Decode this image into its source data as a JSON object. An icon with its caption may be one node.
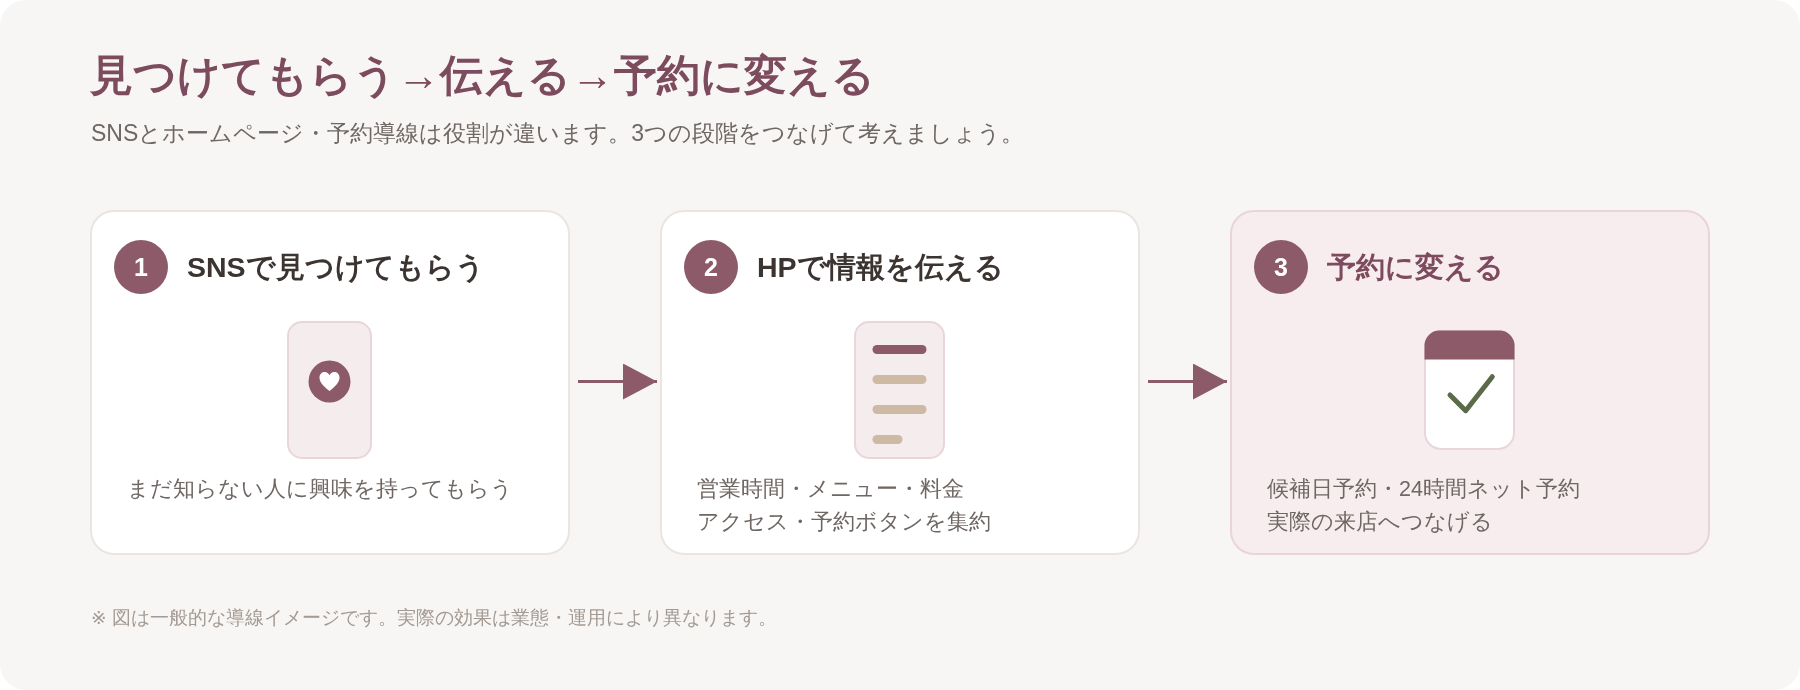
{
  "diagram": {
    "title": "見つけてもらう→伝える→予約に変える",
    "caption": "※ 図は一般的な導線イメージです。実際の効果は業態・運用により異なります。",
    "nodes": [
      {
        "text": [
          "SNSで見つけてもらう",
          "まだ知らない人に興味を持ってもらう"
        ]
      },
      {
        "text": [
          "1"
        ],
        "in": 0
      },
      {
        "text": [
          "HPで情報を伝える",
          "営業時間・メニュー・料金",
          "アクセス・予約ボタンを集約"
        ]
      },
      {
        "text": [
          "2"
        ],
        "in": 2
      },
      {
        "text": [
          "予約に変える",
          "候補日予約・24時間ネット予約",
          "実際の来店へつなげる"
        ]
      },
      {
        "text": [
          "3"
        ],
        "in": 4
      }
    ],
    "edges": [
      {
        "from": 0,
        "to": 2,
        "arrow": "to"
      },
      {
        "from": 2,
        "to": 4,
        "arrow": "to"
      }
    ],
    "labels": [
      "SNSとホームページ・予約導線は役割が違います。3つの段階をつなげて考えましょう。"
    ]
  }
}
